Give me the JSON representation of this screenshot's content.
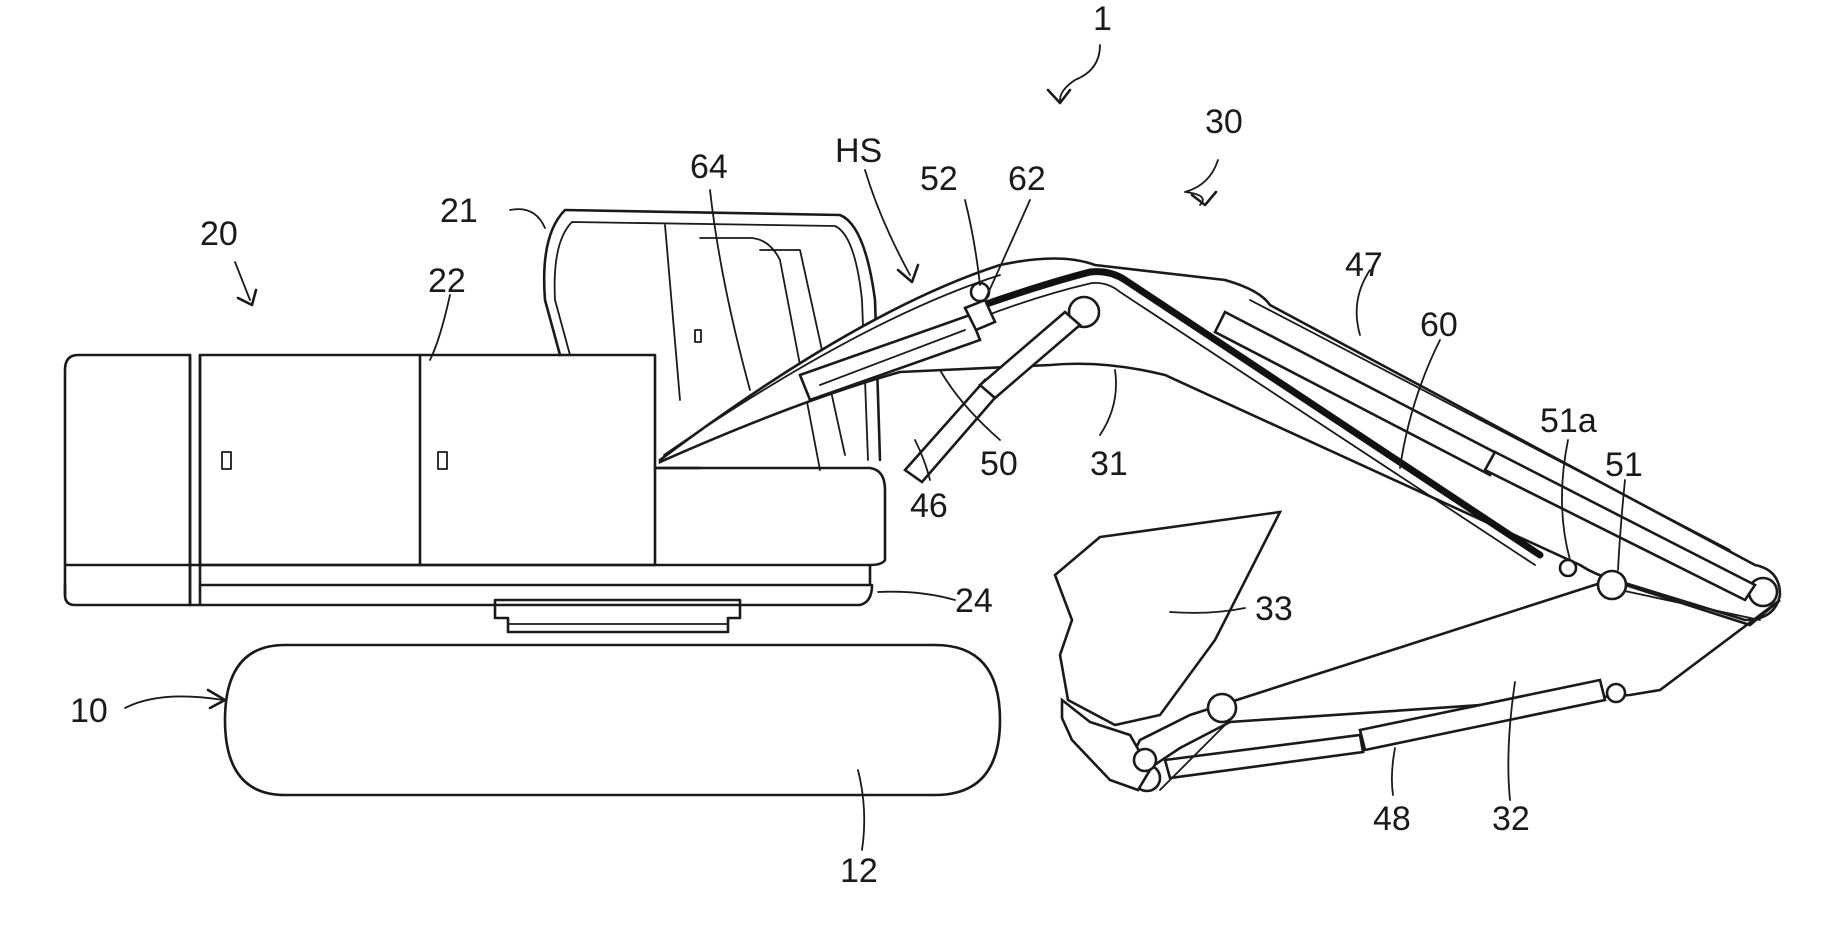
{
  "figure": {
    "labels": {
      "l1": "1",
      "l10": "10",
      "l12": "12",
      "l20": "20",
      "l21": "21",
      "l22": "22",
      "l24": "24",
      "l30": "30",
      "l31": "31",
      "l32": "32",
      "l33": "33",
      "l46": "46",
      "l47": "47",
      "l48": "48",
      "l50": "50",
      "l51": "51",
      "l51a": "51a",
      "l52": "52",
      "l60": "60",
      "l62": "62",
      "l64": "64",
      "lHS": "HS"
    }
  }
}
